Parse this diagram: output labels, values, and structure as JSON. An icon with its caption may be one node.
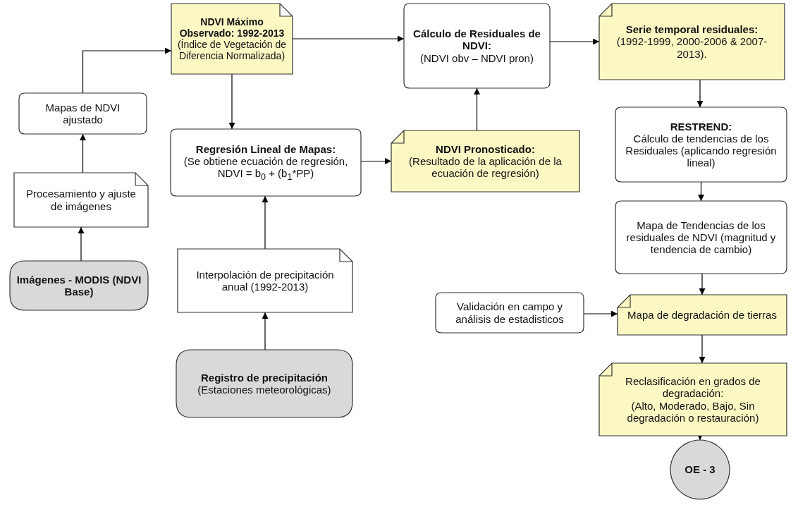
{
  "diagram": {
    "nodes": [
      {
        "text": [
          "NDVI  Máximo Observado: 1992-2013",
          "(Índice de Vegetación de Diferencia Normalizada)"
        ]
      },
      {
        "text": [
          "Cálculo de Residuales de NDVI:",
          "(NDVI obv – NDVI pron)"
        ]
      },
      {
        "text": [
          "Serie temporal residuales:",
          "(1992-1999, 2000-2006 & 2007-2013)."
        ]
      },
      {
        "text": [
          "Mapas de NDVI ajustado"
        ]
      },
      {
        "text": [
          "Regresión Lineal de Mapas:",
          "(Se obtiene ecuación de regresión, NDVI = b$_{0}$ + (b$_{1}$*PP)"
        ]
      },
      {
        "text": [
          "NDVI Pronosticado:",
          "(Resultado de la aplicación de la ecuación de regresión)"
        ]
      },
      {
        "text": [
          "RESTREND:",
          "Cálculo de tendencias de los Residuales (aplicando regresión lineal)"
        ]
      },
      {
        "text": [
          "Procesamiento y ajuste de imágenes"
        ]
      },
      {
        "text": [
          "Mapa de Tendencias de los residuales de NDVI (magnitud y tendencia de cambio)"
        ]
      },
      {
        "text": [
          "Imágenes - MODIS (NDVI Base)"
        ]
      },
      {
        "text": [
          "Interpolación de precipitación anual (1992-2013)"
        ]
      },
      {
        "text": [
          "Validación en campo y análisis de estadisticos"
        ]
      },
      {
        "text": [
          "Mapa de degradación de tierras"
        ]
      },
      {
        "text": [
          "Registro de precipitación",
          "(Estaciones meteorológicas)"
        ]
      },
      {
        "text": [
          "Reclasificación en grados de degradación:",
          "(Alto, Moderado, Bajo, Sin degradación o restauración)"
        ]
      },
      {
        "text": [
          "OE - 3"
        ]
      }
    ],
    "edges": [
      {
        "from": 9,
        "to": 7,
        "arrow": "to"
      },
      {
        "from": 7,
        "to": 3,
        "arrow": "to"
      },
      {
        "from": 3,
        "to": 0,
        "arrow": "to"
      },
      {
        "from": 0,
        "to": 4,
        "arrow": "to"
      },
      {
        "from": 13,
        "to": 10,
        "arrow": "to"
      },
      {
        "from": 10,
        "to": 4,
        "arrow": "to"
      },
      {
        "from": 4,
        "to": 5,
        "arrow": "to"
      },
      {
        "from": 5,
        "to": 1,
        "arrow": "to"
      },
      {
        "from": 0,
        "to": 1,
        "arrow": "to"
      },
      {
        "from": 1,
        "to": 2,
        "arrow": "to"
      },
      {
        "from": 2,
        "to": 6,
        "arrow": "to"
      },
      {
        "from": 6,
        "to": 8,
        "arrow": "to"
      },
      {
        "from": 8,
        "to": 12,
        "arrow": "to"
      },
      {
        "from": 11,
        "to": 12,
        "arrow": "to"
      },
      {
        "from": 12,
        "to": 14,
        "arrow": "to"
      },
      {
        "from": 14,
        "to": 15,
        "arrow": "to"
      }
    ]
  }
}
